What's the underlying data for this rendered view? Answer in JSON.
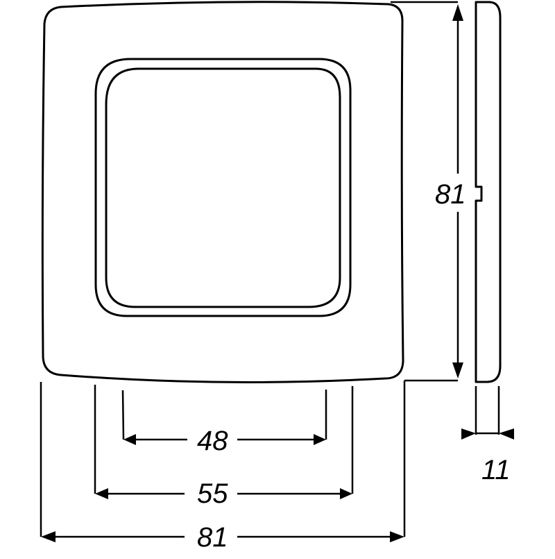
{
  "drawing": {
    "subject": "Single switch cover frame, front and side view",
    "colors": {
      "line": "#000000",
      "background": "#ffffff"
    },
    "dimensions": {
      "frame_height": "81",
      "frame_width": "81",
      "opening_outer_width": "55",
      "opening_inner_width": "48",
      "frame_depth": "11"
    }
  }
}
